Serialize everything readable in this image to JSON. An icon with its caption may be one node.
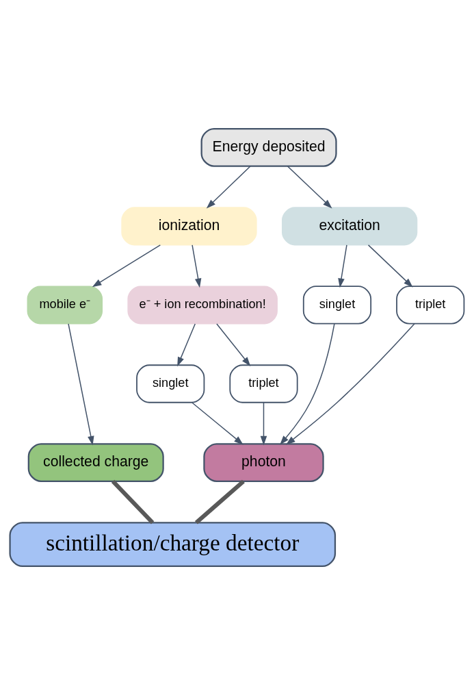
{
  "diagram": {
    "nodes": [
      {
        "text": [
          "Energy deposited"
        ]
      },
      {
        "text": [
          "ionization"
        ]
      },
      {
        "text": [
          "excitation"
        ]
      },
      {
        "text": [
          "mobile e⁻"
        ]
      },
      {
        "text": [
          "e⁻ + ion recombination!"
        ]
      },
      {
        "text": [
          "singlet"
        ]
      },
      {
        "text": [
          "triplet"
        ]
      },
      {
        "text": [
          "singlet"
        ]
      },
      {
        "text": [
          "triplet"
        ]
      },
      {
        "text": [
          "collected charge"
        ]
      },
      {
        "text": [
          "photon"
        ]
      },
      {
        "text": [
          "scintillation/charge detector"
        ]
      }
    ],
    "edges": [
      {
        "from": 0,
        "to": 1,
        "arrow": "to"
      },
      {
        "from": 0,
        "to": 2,
        "arrow": "to"
      },
      {
        "from": 1,
        "to": 3,
        "arrow": "to"
      },
      {
        "from": 1,
        "to": 4,
        "arrow": "to"
      },
      {
        "from": 2,
        "to": 7,
        "arrow": "to"
      },
      {
        "from": 2,
        "to": 8,
        "arrow": "to"
      },
      {
        "from": 4,
        "to": 5,
        "arrow": "to"
      },
      {
        "from": 4,
        "to": 6,
        "arrow": "to"
      },
      {
        "from": 3,
        "to": 9,
        "arrow": "to"
      },
      {
        "from": 5,
        "to": 10,
        "arrow": "to"
      },
      {
        "from": 6,
        "to": 10,
        "arrow": "to"
      },
      {
        "from": 7,
        "to": 10,
        "arrow": "to"
      },
      {
        "from": 8,
        "to": 10,
        "arrow": "to"
      },
      {
        "from": 9,
        "to": 11,
        "arrow": "none",
        "style": "thick",
        "color": "#595959"
      },
      {
        "from": 10,
        "to": 11,
        "arrow": "none",
        "style": "thick",
        "color": "#595959"
      }
    ]
  }
}
